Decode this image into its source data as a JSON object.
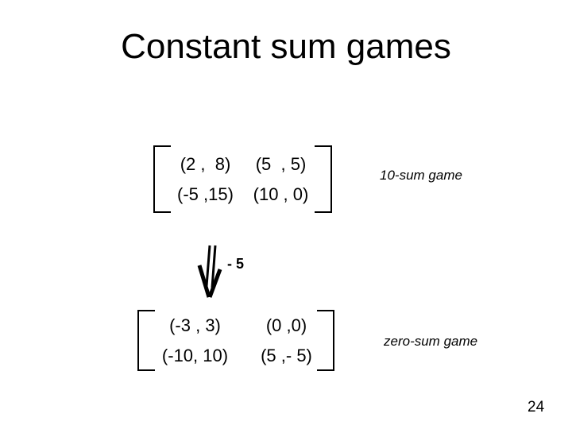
{
  "slide": {
    "title": "Constant sum games",
    "page_number": "24"
  },
  "matrix_top": {
    "rows": [
      [
        "(2 ,  8)",
        "(5  , 5)"
      ],
      [
        "(-5 ,15)",
        "(10 , 0)"
      ]
    ],
    "label": "10-sum game"
  },
  "transform": {
    "arrow_icon": "double-down-arrow",
    "label": "- 5"
  },
  "matrix_bottom": {
    "rows": [
      [
        "(-3 , 3)",
        "(0 ,0)"
      ],
      [
        "(-10, 10)",
        "(5 ,- 5)"
      ]
    ],
    "label": "zero-sum game"
  },
  "colors": {
    "text": "#000000",
    "background": "#ffffff"
  }
}
